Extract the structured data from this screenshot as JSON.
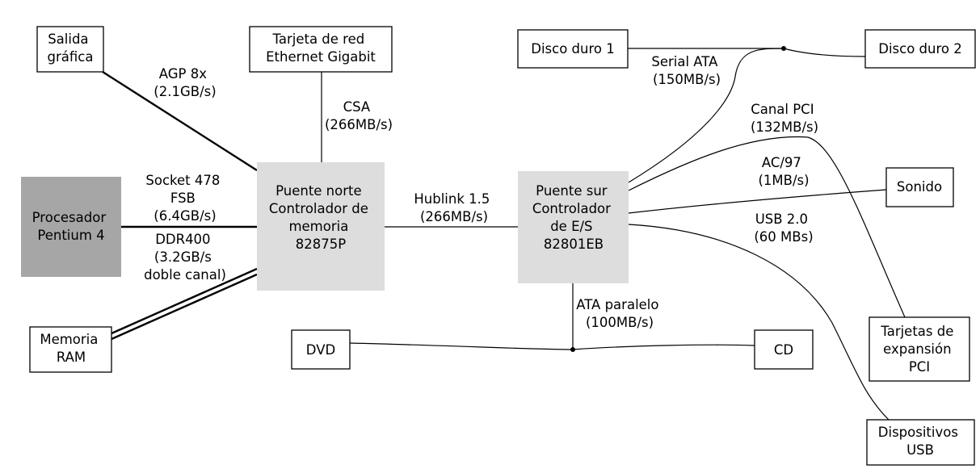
{
  "nodes": {
    "graphics_out": [
      "Salida",
      "gráfica"
    ],
    "ethernet": [
      "Tarjeta de red",
      "Ethernet Gigabit"
    ],
    "cpu": [
      "Procesador",
      "Pentium 4"
    ],
    "north_bridge": [
      "Puente norte",
      "",
      "Controlador de",
      "memoria",
      "82875P"
    ],
    "ram": [
      "Memoria",
      "RAM"
    ],
    "south_bridge": [
      "Puente sur",
      "",
      "Controlador",
      "de E/S",
      "82801EB"
    ],
    "disk1": [
      "Disco duro 1"
    ],
    "disk2": [
      "Disco duro 2"
    ],
    "sound": [
      "Sonido"
    ],
    "pci_cards": [
      "Tarjetas de",
      "expansión",
      "PCI"
    ],
    "usb_devices": [
      "Dispositivos",
      "USB"
    ],
    "dvd": [
      "DVD"
    ],
    "cd": [
      "CD"
    ]
  },
  "links": {
    "agp": [
      "AGP 8x",
      "(2.1GB/s)"
    ],
    "csa": [
      "CSA",
      "(266MB/s)"
    ],
    "fsb": [
      "Socket 478",
      "FSB",
      "(6.4GB/s)"
    ],
    "ddr": [
      "DDR400",
      "(3.2GB/s",
      "doble canal)"
    ],
    "hublink": [
      "Hublink 1.5",
      "(266MB/s)"
    ],
    "sata": [
      "Serial ATA",
      "(150MB/s)"
    ],
    "pci": [
      "Canal PCI",
      "(132MB/s)"
    ],
    "ac97": [
      "AC/97",
      "(1MB/s)"
    ],
    "usb": [
      "USB 2.0",
      "(60 MBs)"
    ],
    "pata": [
      "ATA paralelo",
      "(100MB/s)"
    ]
  },
  "colors": {
    "processor_fill": "#a6a6a6",
    "bridge_fill": "#dddddd",
    "box_fill": "#ffffff",
    "line": "#000000"
  }
}
